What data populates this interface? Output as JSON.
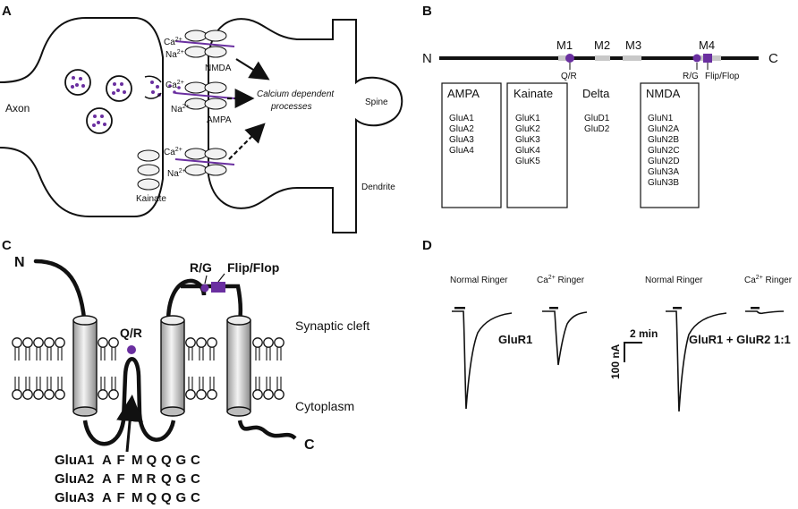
{
  "colors": {
    "accent": "#6a2fa0",
    "ink": "#111111",
    "gray": "#c8c8c8"
  },
  "panels": {
    "a": "A",
    "b": "B",
    "c": "C",
    "d": "D"
  },
  "panel_a": {
    "axon": "Axon",
    "spine": "Spine",
    "dendrite": "Dendrite",
    "ca": "Ca",
    "na": "Na",
    "charge": "2+",
    "nmda": "NMDA",
    "ampa": "AMPA",
    "kainate": "Kainate",
    "process_line1": "Calcium dependent",
    "process_line2": "processes"
  },
  "panel_b": {
    "n_term": "N",
    "c_term": "C",
    "m1": "M1",
    "m2": "M2",
    "m3": "M3",
    "m4": "M4",
    "qr": "Q/R",
    "rg": "R/G",
    "flipflop": "Flip/Flop",
    "families": [
      {
        "name": "AMPA",
        "members": [
          "GluA1",
          "GluA2",
          "GluA3",
          "GluA4"
        ],
        "highlight": [
          1
        ]
      },
      {
        "name": "Kainate",
        "members": [
          "GluK1",
          "GluK2",
          "GluK3",
          "GluK4",
          "GluK5"
        ],
        "highlight": [
          0,
          1
        ]
      },
      {
        "name": "Delta",
        "members": [
          "GluD1",
          "GluD2"
        ],
        "highlight": []
      },
      {
        "name": "NMDA",
        "members": [
          "GluN1",
          "GluN2A",
          "GluN2B",
          "GluN2C",
          "GluN2D",
          "GluN3A",
          "GluN3B"
        ],
        "highlight": []
      }
    ]
  },
  "panel_c": {
    "n_term": "N",
    "c_term": "C",
    "rg": "R/G",
    "flipflop": "Flip/Flop",
    "qr": "Q/R",
    "synaptic_cleft": "Synaptic cleft",
    "cytoplasm": "Cytoplasm",
    "sequences": [
      {
        "name": "GluA1",
        "residues": [
          "A",
          "F",
          "M",
          "Q",
          "Q",
          "G",
          "C"
        ],
        "highlight_name": false,
        "highlight_residue": -1
      },
      {
        "name": "GluA2",
        "residues": [
          "A",
          "F",
          "M",
          "R",
          "Q",
          "G",
          "C"
        ],
        "highlight_name": true,
        "highlight_residue": 3
      },
      {
        "name": "GluA3",
        "residues": [
          "A",
          "F",
          "M",
          "Q",
          "Q",
          "G",
          "C"
        ],
        "highlight_name": false,
        "highlight_residue": -1
      }
    ]
  },
  "panel_d": {
    "normal_ringer_1": "Normal Ringer",
    "ca_ringer_1": "Ca",
    "ca_ringer_1_tail": " Ringer",
    "normal_ringer_2": "Normal Ringer",
    "ca_ringer_2": "Ca",
    "ca_ringer_2_tail": " Ringer",
    "charge": "2+",
    "glur1": "GluR1",
    "combo": "GluR1 + GluR2 1:1",
    "scale_time": "2 min",
    "scale_current": "100 nA"
  }
}
